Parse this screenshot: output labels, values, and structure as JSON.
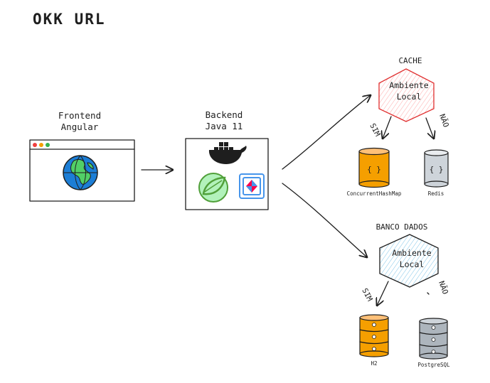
{
  "title": "OKK URL",
  "frontend": {
    "label_line1": "Frontend",
    "label_line2": "Angular"
  },
  "backend": {
    "label_line1": "Backend",
    "label_line2": "Java 11"
  },
  "cache": {
    "title": "CACHE",
    "env_line1": "Ambiente",
    "env_line2": "Local",
    "yes_label": "SIM",
    "no_label": "NÃO",
    "yes_store": "ConcurrentHashMap",
    "no_store": "Redis",
    "store_symbol": "{ }",
    "colors": {
      "hexagon_fill": "#ffc9c9",
      "yes_store_fill": "#f59f00",
      "no_store_fill": "#ced4da"
    }
  },
  "database": {
    "title": "BANCO DADOS",
    "env_line1": "Ambiente",
    "env_line2": "Local",
    "yes_label": "SIM",
    "no_label": "NÃO",
    "yes_store": "H2",
    "no_store": "PostgreSQL",
    "colors": {
      "hexagon_fill": "#a5d8ff",
      "yes_store_fill": "#f59f00",
      "no_store_fill": "#adb5bd"
    }
  },
  "icons": {
    "frontend": [
      "browser-window-icon",
      "globe-icon"
    ],
    "backend": [
      "docker-icon",
      "spring-icon",
      "quarkus-icon"
    ],
    "cache": [
      "json-db-icon",
      "json-db-icon"
    ],
    "database": [
      "database-stack-icon",
      "database-stack-icon"
    ]
  }
}
